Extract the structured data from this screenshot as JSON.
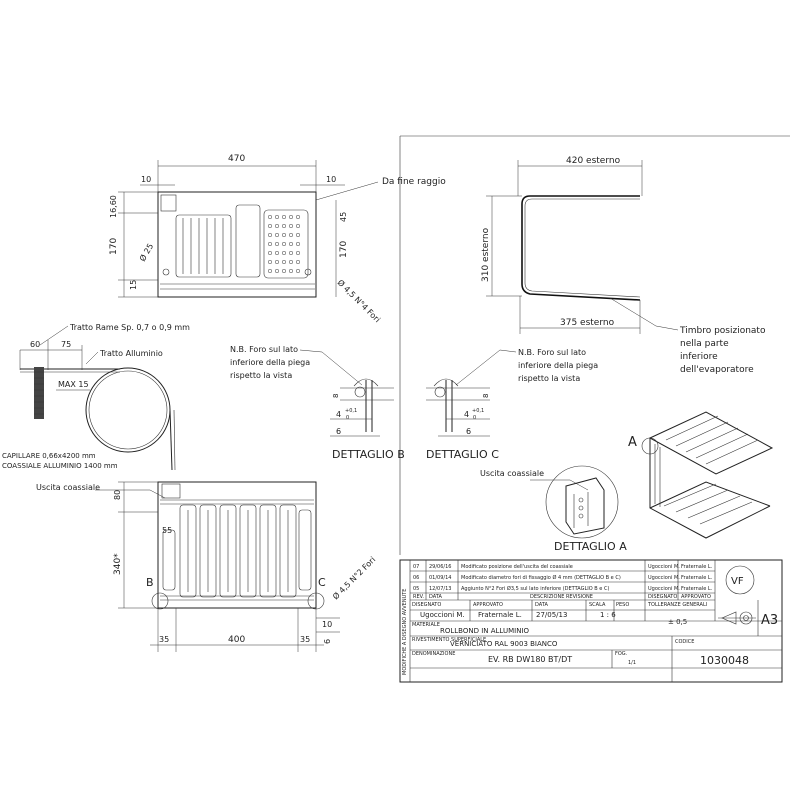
{
  "top_view": {
    "dim_470": "470",
    "dim_10_left": "10",
    "dim_10_right": "10",
    "dim_16_60": "16,60",
    "dim_170_left": "170",
    "dim_15": "15",
    "dim_45": "45",
    "dim_170_right": "170",
    "dim_25": "Ø 25",
    "dim_holes": "Ø 4,5 N°4 Fori",
    "callout": "Da fine raggio"
  },
  "side_view": {
    "dim_420": "420 esterno",
    "dim_310": "310 esterno",
    "dim_375": "375 esterno",
    "note": [
      "Timbro posizionato",
      "nella parte",
      "inferiore",
      "dell'evaporatore"
    ]
  },
  "capillary": {
    "copper": "Tratto Rame Sp. 0,7 o 0,9 mm",
    "aluminium": "Tratto Alluminio",
    "dim_60": "60",
    "dim_75": "75",
    "dim_max15": "MAX 15",
    "spec1": "CAPILLARE 0,66x4200 mm",
    "spec2": "COASSIALE ALLUMINIO 1400 mm"
  },
  "detail_b": {
    "note": [
      "N.B. Foro sul lato",
      "inferiore della piega",
      "rispetto la vista"
    ],
    "dim_8": "8",
    "dim_4": "4",
    "tol": [
      "+0,1",
      "0"
    ],
    "dim_6": "6",
    "title": "DETTAGLIO B"
  },
  "detail_c": {
    "note": [
      "N.B. Foro sul lato",
      "inferiore della piega",
      "rispetto la vista"
    ],
    "dim_8": "8",
    "dim_4": "4",
    "tol": [
      "+0,1",
      "0"
    ],
    "dim_6": "6",
    "title": "DETTAGLIO C"
  },
  "detail_a": {
    "label_a": "A",
    "coax": "Uscita coassiale",
    "title": "DETTAGLIO A"
  },
  "front_view": {
    "coax": "Uscita coassiale",
    "dim_80": "80",
    "dim_55": "55",
    "dim_340": "340*",
    "dim_400": "400",
    "dim_35_left": "35",
    "dim_35_right": "35",
    "dim_10": "10",
    "dim_6": "6",
    "dim_holes": "Ø 4,5 N°2 Fori",
    "label_b": "B",
    "label_c": "C"
  },
  "title_block": {
    "side_label": "MODIFICHE A DISEGNO AVVENUTE",
    "revisions": [
      {
        "rev": "07",
        "date": "29/06/16",
        "desc": "Modificato posizione dell'uscita del coassiale",
        "drawn": "Ugoccioni M.",
        "approved": "Fraternale L."
      },
      {
        "rev": "06",
        "date": "01/09/14",
        "desc": "Modificato diametro fori di fissaggio Ø 4 mm (DETTAGLIO B e C)",
        "drawn": "Ugoccioni M.",
        "approved": "Fraternale L."
      },
      {
        "rev": "05",
        "date": "12/07/13",
        "desc": "Aggiunto N°2 Fori Ø3,5 sul lato inferiore (DETTAGLIO B e C)",
        "drawn": "Ugoccioni M.",
        "approved": "Fraternale L."
      }
    ],
    "rev_header": {
      "rev": "REV.",
      "date": "DATA",
      "desc": "DESCRIZIONE REVISIONE",
      "drawn": "DISEGNATO",
      "approved": "APPROVATO"
    },
    "drawn_label": "DISEGNATO",
    "drawn_by": "Ugoccioni M.",
    "approved_label": "APPROVATO",
    "approved_by": "Fraternale L.",
    "date_label": "DATA",
    "date": "27/05/13",
    "scale_label": "SCALA",
    "scale": "1 : 6",
    "weight_label": "PESO",
    "tolerance_label": "TOLLERANZE GENERALI",
    "tolerance": "± 0,5",
    "material_label": "MATERIALE",
    "material": "ROLLBOND IN ALLUMINIO",
    "finish_label": "RIVESTIMENTO SUPERFICIALE",
    "finish": "VERNICIATO RAL 9003 BIANCO",
    "name_label": "DENOMINAZIONE",
    "name": "EV. RB DW180 BT/DT",
    "sheet_label": "FOG.",
    "sheet": "1/1",
    "code_label": "CODICE",
    "code": "1030048",
    "logo": "VF",
    "format": "A3"
  }
}
